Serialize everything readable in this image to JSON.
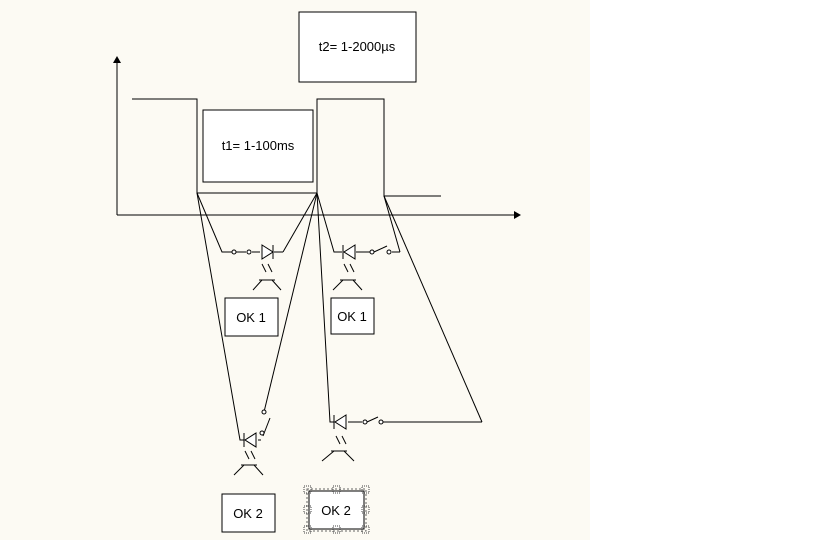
{
  "diagram": {
    "t1_label": "t1= 1-100ms",
    "t2_label": "t2= 1-2000µs",
    "ok1_left": "OK 1",
    "ok1_right": "OK 1",
    "ok2_left": "OK 2",
    "ok2_right_selected": "OK 2"
  },
  "colors": {
    "canvas": "#fcfaf3",
    "ink": "#000000"
  }
}
